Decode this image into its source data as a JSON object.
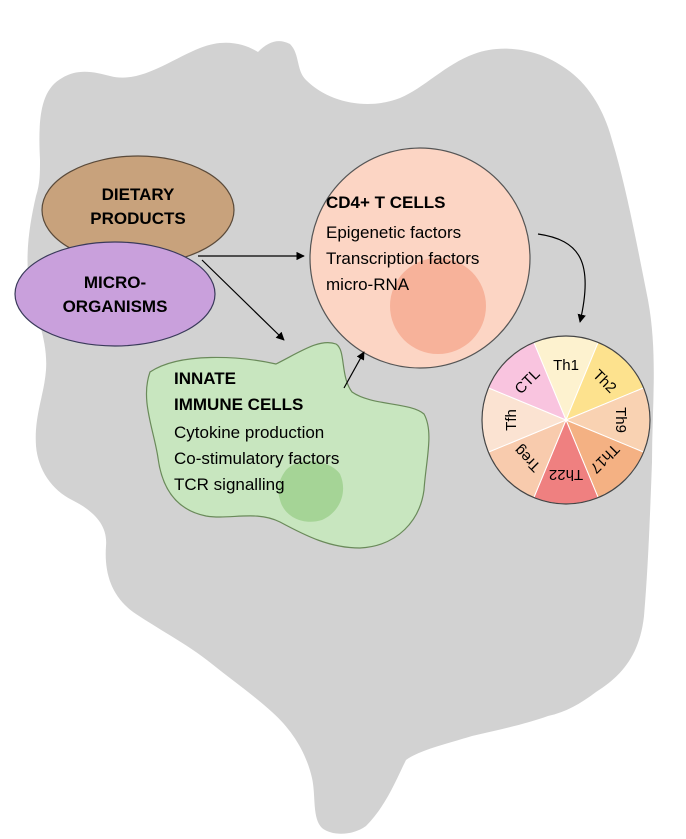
{
  "dietary": {
    "line1": "DIETARY",
    "line2": "PRODUCTS",
    "color": "#c8a27c"
  },
  "micro": {
    "line1": "MICRO-",
    "line2": "ORGANISMS",
    "color": "#c9a0dc"
  },
  "cd4": {
    "title": "CD4+ T CELLS",
    "items": [
      "Epigenetic factors",
      "Transcription factors",
      "micro-RNA"
    ],
    "color": "#fcd5c4"
  },
  "innate": {
    "title_line1": "INNATE",
    "title_line2": "IMMUNE CELLS",
    "items": [
      "Cytokine production",
      "Co-stimulatory factors",
      "TCR signalling"
    ],
    "color": "#c8e6bf"
  },
  "subsets": [
    {
      "label": "Th1",
      "color": "#fdf2cf"
    },
    {
      "label": "Th2",
      "color": "#fde28e"
    },
    {
      "label": "Th9",
      "color": "#f9d2b2"
    },
    {
      "label": "Th17",
      "color": "#f4b183"
    },
    {
      "label": "Th22",
      "color": "#ef8080"
    },
    {
      "label": "Treg",
      "color": "#f8cbad"
    },
    {
      "label": "Tfh",
      "color": "#fbe3d2"
    },
    {
      "label": "CTL",
      "color": "#f9c4df"
    }
  ],
  "intestine_color": "#d2d2d2"
}
